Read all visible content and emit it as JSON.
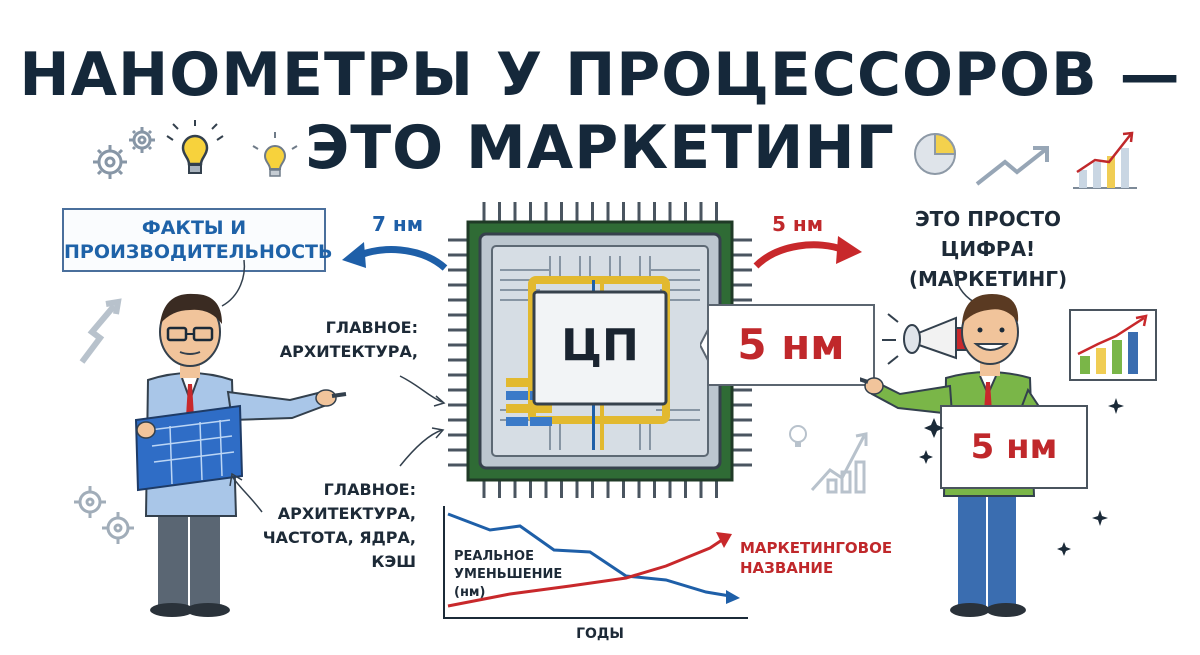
{
  "title": {
    "line1": "НАНОМЕТРЫ У ПРОЦЕССОРОВ —",
    "line2": "ЭТО МАРКЕТИНГ"
  },
  "left": {
    "facts_box": "ФАКТЫ И ПРОИЗВОДИТЕЛЬНОСТЬ",
    "nm_label": "7 нм",
    "main_label_1": "ГЛАВНОЕ: АРХИТЕКТУРА,",
    "main_label_2": "ГЛАВНОЕ: АРХИТЕКТУРА, ЧАСТОТА, ЯДРА, КЭШ"
  },
  "center": {
    "chip_label": "ЦП",
    "chip_nm_label": "5 нм"
  },
  "right": {
    "nm_label": "5 нм",
    "speech": "ЭТО ПРОСТО ЦИФРА! (МАРКЕТИНГ)",
    "sign": "5 нм"
  },
  "chart_data": {
    "type": "line",
    "xlabel": "ГОДЫ",
    "series": [
      {
        "name": "РЕАЛЬНОЕ УМЕНЬШЕНИЕ (нм)",
        "color": "#1e5fa8",
        "trend": "decreasing"
      },
      {
        "name": "МАРКЕТИНГОВОЕ НАЗВАНИЕ",
        "color": "#c8282b",
        "trend": "increasing"
      }
    ]
  },
  "colors": {
    "title": "#15283a",
    "facts_blue": "#1e62a8",
    "marketing_red": "#c0282b",
    "chip_green": "#2f6b35",
    "chip_gold": "#e2b92f"
  },
  "icons": [
    "gear-icon",
    "lightbulb-icon",
    "pie-chart-icon",
    "trend-arrow-icon",
    "bar-chart-icon",
    "megaphone-icon",
    "sparkle-icon"
  ]
}
